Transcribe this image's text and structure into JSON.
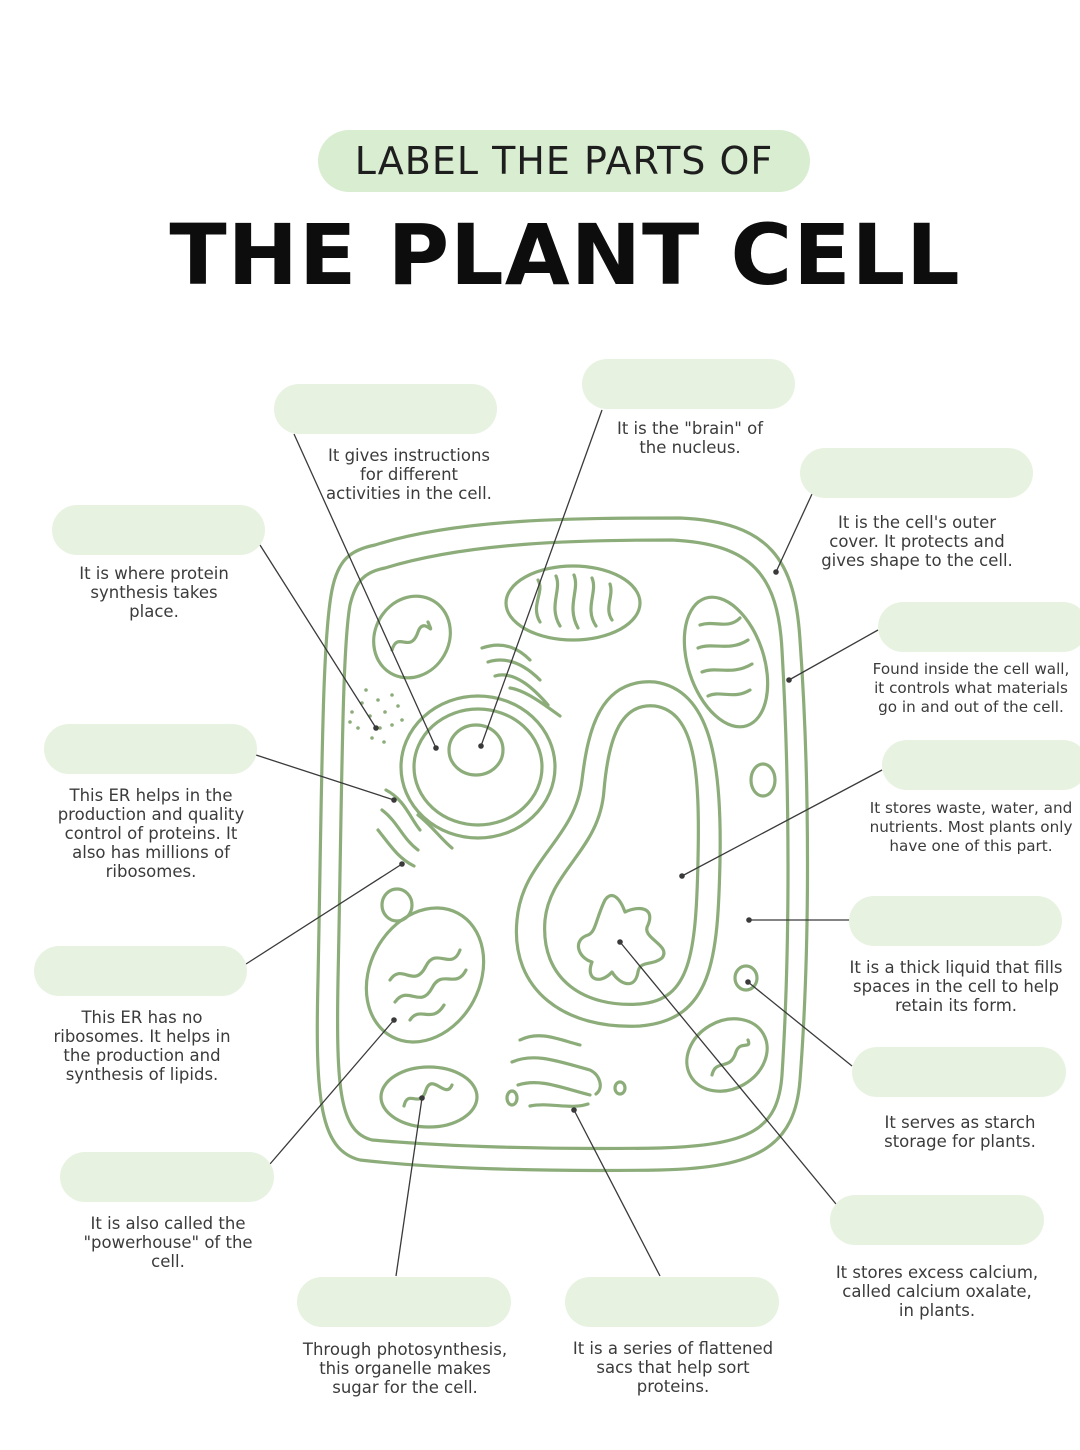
{
  "header": {
    "subtitle": "LABEL THE PARTS OF",
    "title": "THE PLANT CELL"
  },
  "colors": {
    "cell_line": "#8cac7a",
    "label_pill": "#e7f2e1",
    "header_pill": "#d9edd1",
    "leader_line": "#3a3a3a"
  },
  "callouts": [
    {
      "id": "nucleus",
      "description": "It gives instructions\nfor different\nactivities in the cell."
    },
    {
      "id": "nucleolus",
      "description": "It is the \"brain\" of\nthe nucleus."
    },
    {
      "id": "cell-wall",
      "description": "It is the cell's outer\ncover. It protects and\ngives shape to the cell."
    },
    {
      "id": "ribosomes",
      "description": "It is where protein\nsynthesis takes\nplace."
    },
    {
      "id": "cell-membrane",
      "description": "Found inside the cell wall,\nit controls what materials\ngo in and out of the cell."
    },
    {
      "id": "rough-er",
      "description": "This ER helps in the\nproduction and quality\ncontrol of proteins. It\nalso has millions of\nribosomes."
    },
    {
      "id": "vacuole",
      "description": "It stores waste, water, and\nnutrients. Most plants only\nhave one of this part."
    },
    {
      "id": "smooth-er",
      "description": "This ER has no\nribosomes.  It helps in\nthe production and\nsynthesis of lipids."
    },
    {
      "id": "cytoplasm",
      "description": "It is a thick liquid that fills\nspaces in the cell to help\nretain its form."
    },
    {
      "id": "amyloplast",
      "description": "It serves as starch\nstorage for plants."
    },
    {
      "id": "mitochondria",
      "description": "It is also called the\n\"powerhouse\" of the\ncell."
    },
    {
      "id": "calcium-oxalate-crystal",
      "description": "It stores excess calcium,\ncalled calcium oxalate,\nin plants."
    },
    {
      "id": "chloroplast",
      "description": "Through photosynthesis,\nthis organelle makes\nsugar for the cell."
    },
    {
      "id": "golgi-apparatus",
      "description": "It is a series of flattened\nsacs that help sort\nproteins."
    }
  ]
}
